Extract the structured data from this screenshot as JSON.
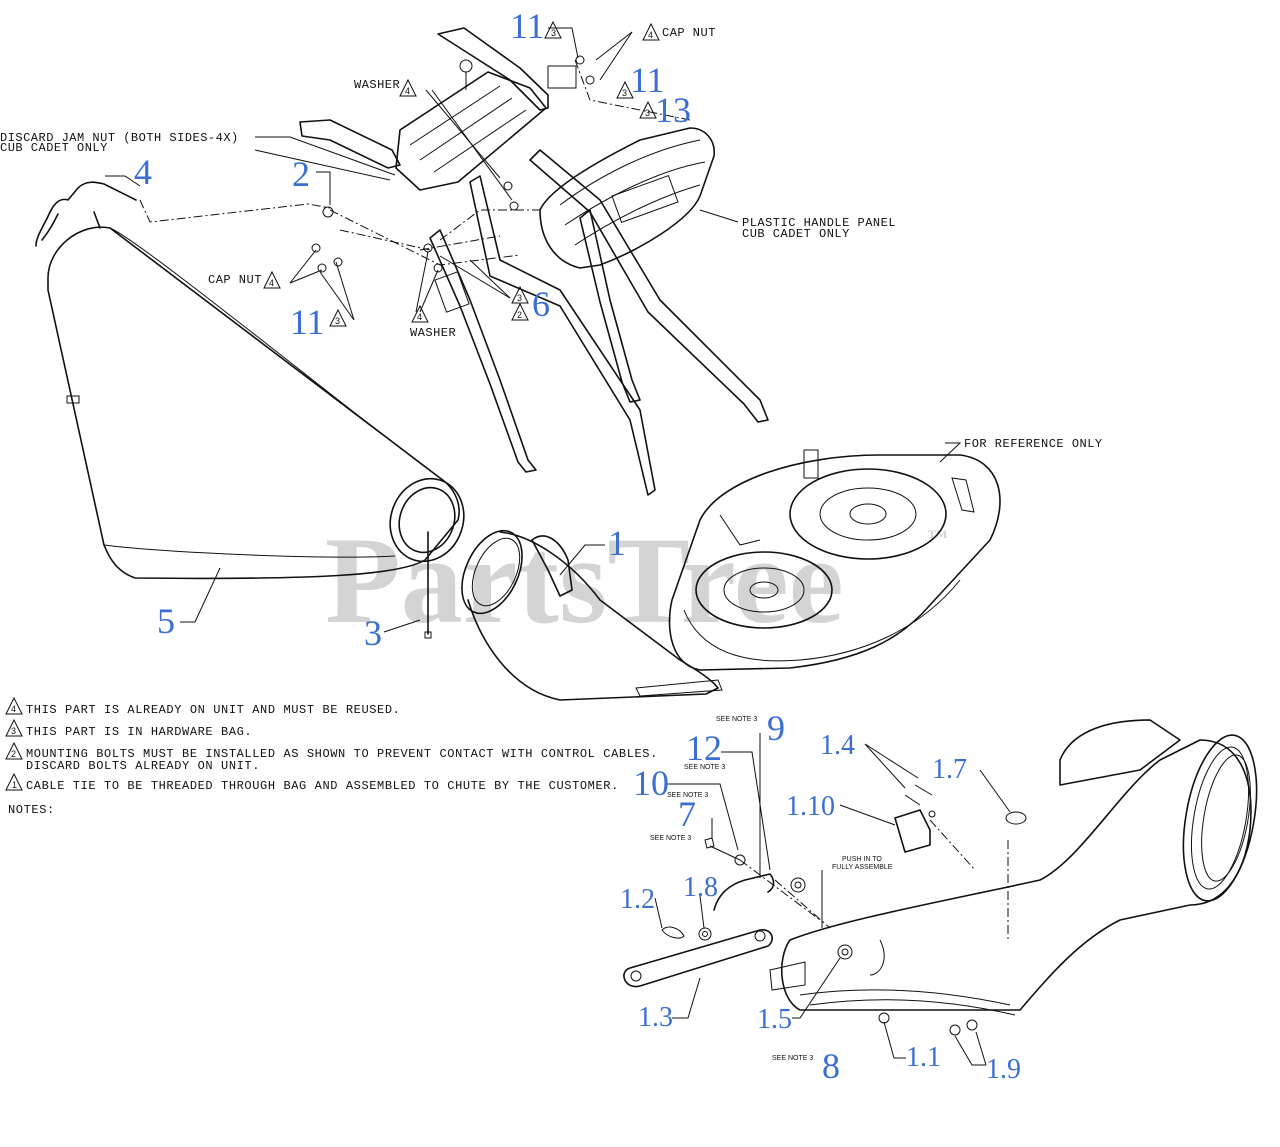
{
  "watermark": "PartsTree",
  "trademark": "TM",
  "callouts": {
    "c1": "1",
    "c2": "2",
    "c3": "3",
    "c4": "4",
    "c5": "5",
    "c6": "6",
    "c7": "7",
    "c8": "8",
    "c9": "9",
    "c10": "10",
    "c11a": "11",
    "c11b": "11",
    "c11c": "11",
    "c12": "12",
    "c13": "13",
    "c1_1": "1.1",
    "c1_2": "1.2",
    "c1_3": "1.3",
    "c1_4": "1.4",
    "c1_5": "1.5",
    "c1_7": "1.7",
    "c1_8": "1.8",
    "c1_9": "1.9",
    "c1_10": "1.10"
  },
  "labels": {
    "cap_nut_top": "CAP NUT",
    "cap_nut_left": "CAP NUT",
    "washer_top": "WASHER",
    "washer_bottom": "WASHER",
    "discard_line1": "DISCARD JAM  NUT (BOTH SIDES-4X)",
    "discard_line2": "CUB CADET ONLY",
    "panel_line1": "PLASTIC HANDLE PANEL",
    "panel_line2": "CUB CADET ONLY",
    "reference": "FOR REFERENCE ONLY",
    "push_line1": "PUSH IN TO",
    "push_line2": "FULLY ASSEMBLE",
    "see_note": "SEE NOTE 3"
  },
  "triangles": {
    "t4": "4",
    "t3": "3",
    "t2": "2",
    "t1": ""
  },
  "notes": {
    "n4_number": "4",
    "n4": "THIS PART IS ALREADY ON UNIT AND MUST BE REUSED.",
    "n3_number": "3",
    "n3": "THIS PART IS IN HARDWARE BAG.",
    "n2_number": "2",
    "n2_line1": "MOUNTING BOLTS MUST BE INSTALLED AS SHOWN TO PREVENT CONTACT WITH CONTROL CABLES.",
    "n2_line2": "DISCARD BOLTS ALREADY ON UNIT.",
    "n1_number": "1",
    "n1": "CABLE TIE TO BE THREADED THROUGH BAG AND ASSEMBLED TO CHUTE BY THE CUSTOMER.",
    "heading": "NOTES:"
  }
}
